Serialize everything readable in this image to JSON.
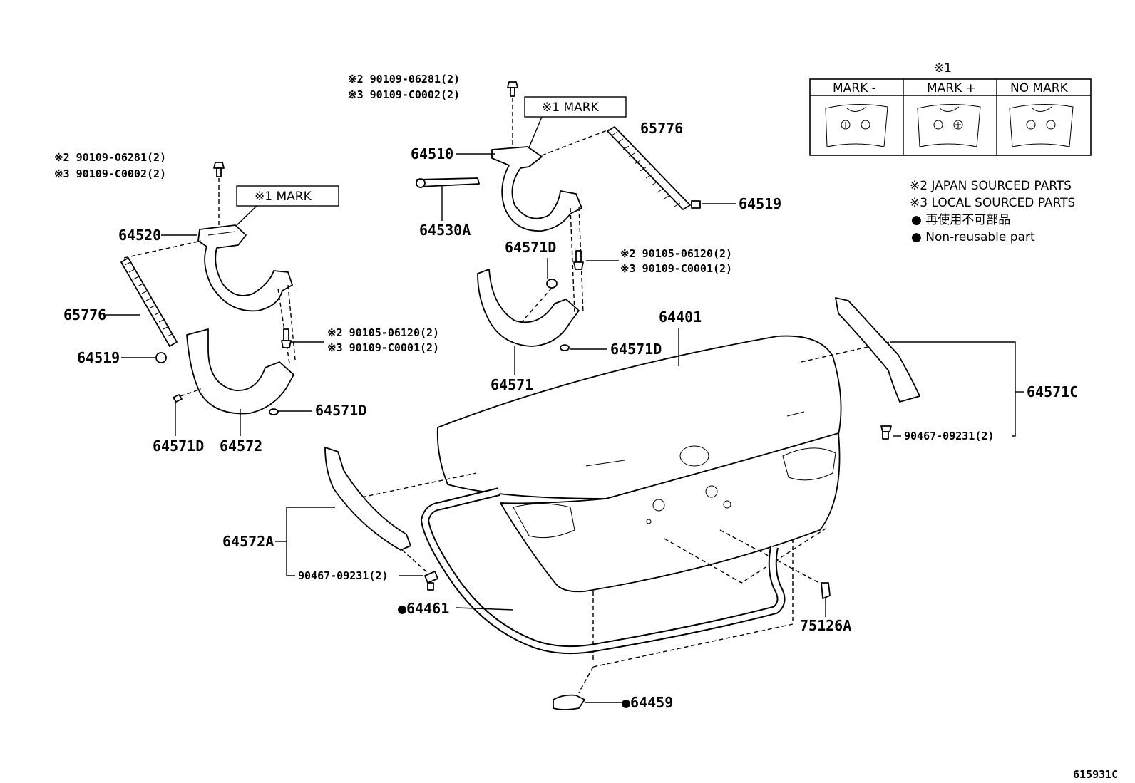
{
  "figure_code": "615931C",
  "mark_table": {
    "title": "※1",
    "headers": [
      "MARK -",
      "MARK +",
      "NO MARK"
    ]
  },
  "legend": {
    "japan": "※2 JAPAN SOURCED PARTS",
    "local": "※3 LOCAL SOURCED PARTS",
    "nonreuse_jp": "● 再使用不可部品",
    "nonreuse_en": "● Non-reusable part"
  },
  "mark_box_text": "※1  MARK",
  "labels": {
    "bolt_l_jp": "※2 90109-06281(2)",
    "bolt_l_local": "※3 90109-C0002(2)",
    "bolt_r_jp": "※2 90109-06281(2)",
    "bolt_r_local": "※3 90109-C0002(2)",
    "p64520": "64520",
    "p65776_l": "65776",
    "p64519_l": "64519",
    "p64571d_a": "64571D",
    "p64572": "64572",
    "p64571d_b": "64571D",
    "scr_l_jp": "※2  90105-06120(2)",
    "scr_l_local": "※3  90109-C0001(2)",
    "p64510": "64510",
    "p64530a": "64530A",
    "p65776_r": "65776",
    "p64519_r": "64519",
    "p64571d_c": "64571D",
    "scr_r_jp": "※2  90105-06120(2)",
    "scr_r_local": "※3  90109-C0001(2)",
    "p64571d_d": "64571D",
    "p64571": "64571",
    "p64401": "64401",
    "p64571c": "64571C",
    "clip_r": "90467-09231(2)",
    "p64572a": "64572A",
    "clip_l": "90467-09231(2)",
    "p64461": "●64461",
    "p75126a": "75126A",
    "p64459": "●64459"
  }
}
